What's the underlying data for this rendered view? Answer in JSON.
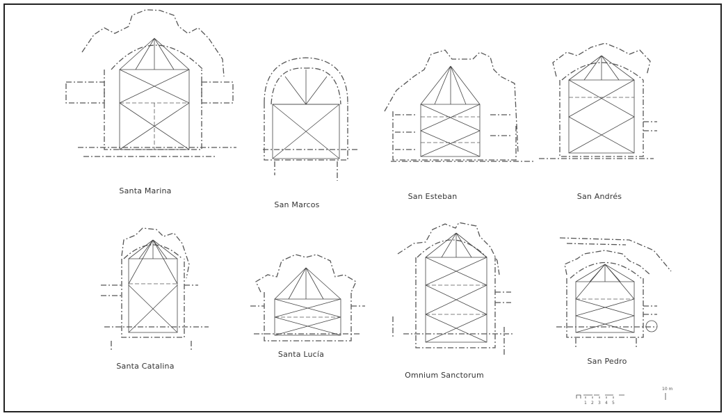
{
  "plans": [
    {
      "id": "santa-marina",
      "label": "Santa Marina"
    },
    {
      "id": "san-marcos",
      "label": "San Marcos"
    },
    {
      "id": "san-esteban",
      "label": "San Esteban"
    },
    {
      "id": "san-andres",
      "label": "San Andrés"
    },
    {
      "id": "santa-catalina",
      "label": "Santa Catalina"
    },
    {
      "id": "santa-lucia",
      "label": "Santa Lucía"
    },
    {
      "id": "omnium-sanctorum",
      "label": "Omnium Sanctorum"
    },
    {
      "id": "san-pedro",
      "label": "San Pedro"
    }
  ],
  "scale": {
    "ticks": [
      "1",
      "2",
      "3",
      "4",
      "5"
    ],
    "unit": "10 m"
  }
}
